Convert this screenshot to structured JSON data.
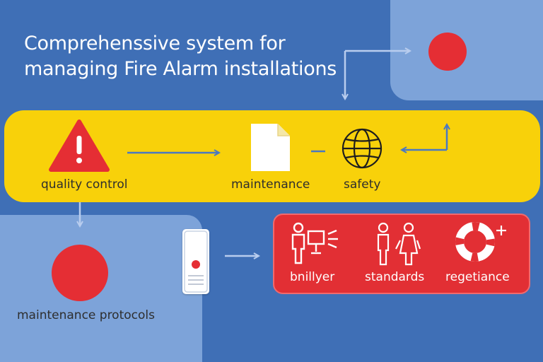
{
  "title": {
    "line1": "Comprehenssive system for",
    "line2": "managing Fire Alarm installations"
  },
  "band": {
    "items": [
      {
        "label": "quality control",
        "icon": "warning-icon"
      },
      {
        "label": "maintenance",
        "icon": "document-icon"
      },
      {
        "label": "safety",
        "icon": "globe-icon"
      }
    ]
  },
  "bottom_left": {
    "label": "maintenance protocols"
  },
  "red_box": {
    "items": [
      {
        "label": "bnillyer",
        "icon": "person-computer-icon"
      },
      {
        "label": "standards",
        "icon": "people-icon"
      },
      {
        "label": "regetiance",
        "icon": "life-ring-icon"
      }
    ]
  },
  "colors": {
    "background": "#3f6fb6",
    "panel": "#7da3d9",
    "band": "#f8d10a",
    "alert_red": "#e52e34",
    "connector": "#4a78c2"
  }
}
